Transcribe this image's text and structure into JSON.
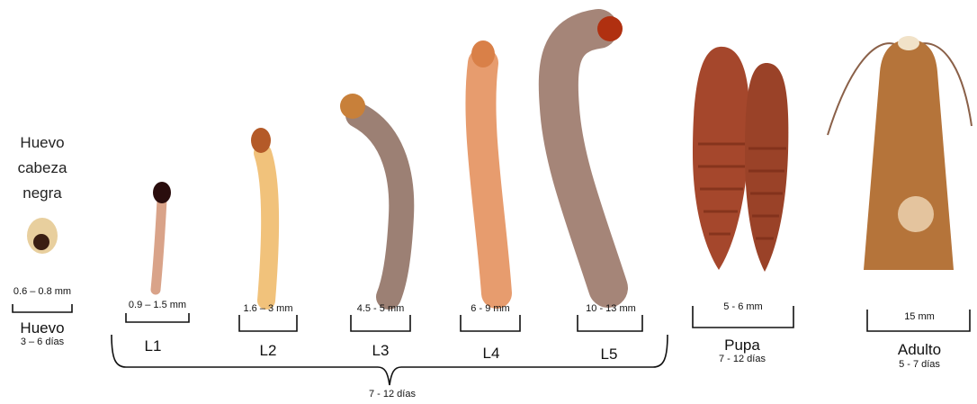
{
  "colors": {
    "background": "#ffffff",
    "egg": "#e8cf9e",
    "egg_head": "#3a1e12",
    "l1_body": "#d9a389",
    "l1_head": "#2a0d0d",
    "l2_body": "#f1c27b",
    "l2_head": "#b45a28",
    "l3_body": "#9c8074",
    "l3_head": "#c8803a",
    "l4_body": "#e79c6e",
    "l4_head": "#d98048",
    "l5_body": "#a58578",
    "l5_head": "#b03010",
    "pupa_body": "#a5472c",
    "moth_body": "#b5743a",
    "moth_antenna": "#8a6048"
  },
  "egg_stage": {
    "head_label": "Huevo cabeza negra",
    "head_lines": [
      "Huevo",
      "cabeza",
      "negra"
    ],
    "size": "0.6 – 0.8 mm",
    "name": "Huevo",
    "duration": "3 – 6 días"
  },
  "larvae": [
    {
      "name": "L1",
      "size": "0.9 – 1.5 mm"
    },
    {
      "name": "L2",
      "size": "1.6 – 3 mm"
    },
    {
      "name": "L3",
      "size": "4.5 - 5 mm"
    },
    {
      "name": "L4",
      "size": "6 - 9 mm"
    },
    {
      "name": "L5",
      "size": "10 - 13 mm"
    }
  ],
  "larva_duration": "7 - 12 días",
  "pupa": {
    "size": "5 - 6 mm",
    "name": "Pupa",
    "duration": "7 - 12 días"
  },
  "adult": {
    "size": "15 mm",
    "name": "Adulto",
    "duration": "5 - 7 días"
  }
}
